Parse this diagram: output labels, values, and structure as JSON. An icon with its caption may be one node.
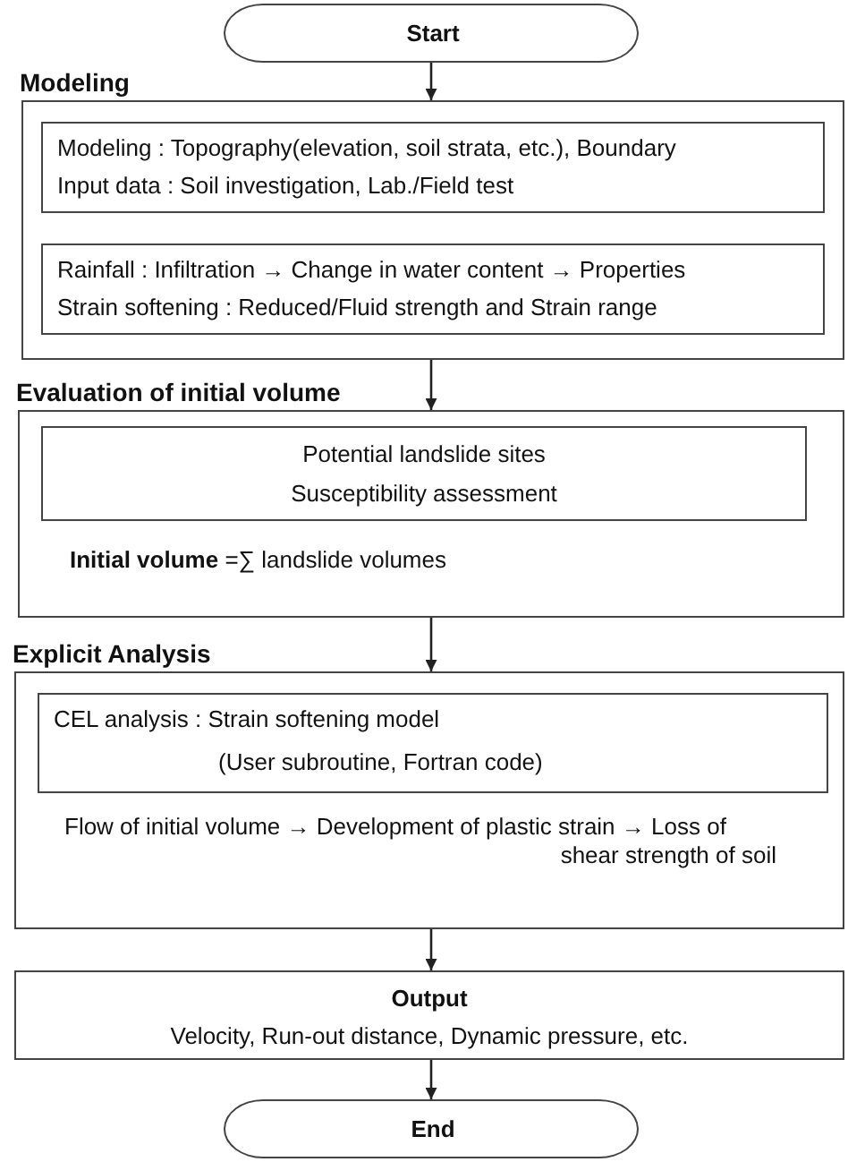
{
  "diagram": {
    "nodes": [
      {
        "text": [
          "Start"
        ]
      },
      {
        "text": [
          "Modeling"
        ]
      },
      {
        "text": [
          "Modeling : Topography(elevation, soil strata, etc.), Boundary",
          "Input data : Soil investigation, Lab./Field test"
        ],
        "in": 1
      },
      {
        "text": [
          "Rainfall : Infiltration → Change in water content → Properties",
          "Strain softening : Reduced/Fluid strength and Strain range"
        ],
        "in": 1
      },
      {
        "text": [
          "Evaluation of initial volume",
          "**Initial volume** =∑ landslide volumes"
        ]
      },
      {
        "text": [
          "Potential landslide sites",
          "Susceptibility assessment"
        ],
        "in": 4
      },
      {
        "text": [
          "Explicit Analysis",
          "Flow of initial volume → Development of plastic strain → Loss of shear strength of soil"
        ]
      },
      {
        "text": [
          "CEL analysis : Strain softening model",
          "(User subroutine, Fortran code)"
        ],
        "in": 6
      },
      {
        "text": [
          "Output",
          "Velocity, Run-out distance, Dynamic pressure, etc."
        ]
      },
      {
        "text": [
          "End"
        ]
      }
    ],
    "edges": [
      {
        "from": 0,
        "to": 1,
        "arrow": "to"
      },
      {
        "from": 1,
        "to": 4,
        "arrow": "to"
      },
      {
        "from": 4,
        "to": 6,
        "arrow": "to"
      },
      {
        "from": 6,
        "to": 8,
        "arrow": "to"
      },
      {
        "from": 8,
        "to": 9,
        "arrow": "to"
      }
    ]
  }
}
